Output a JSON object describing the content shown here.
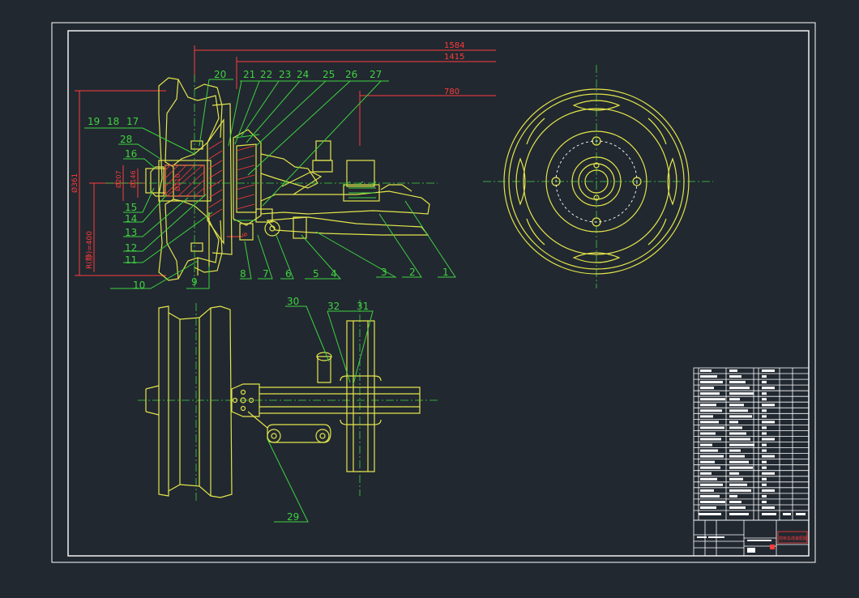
{
  "colors": {
    "background": "#212830",
    "frame": "#ffffff",
    "part": "#e3e54a",
    "leader": "#3fd23f",
    "dimension": "#ff3b3b",
    "hidden": "#ffffff"
  },
  "dimensions": {
    "d1584": "1584",
    "d1415": "1415",
    "d780": "780",
    "phi_outer": "Ø361",
    "phi_hub": "Ø110",
    "phi_bearing": "Ø207",
    "phi_seal": "Ø146",
    "radius": "R(静)=400",
    "gap": "6"
  },
  "balloons": {
    "top": [
      "20",
      "21",
      "22",
      "23",
      "24",
      "25",
      "26",
      "27"
    ],
    "left_top": [
      "19",
      "18",
      "17"
    ],
    "left": [
      "28",
      "16",
      "15",
      "14",
      "13",
      "12",
      "11",
      "10"
    ],
    "bottom": [
      "9",
      "8",
      "7",
      "6",
      "5",
      "4",
      "3",
      "2",
      "1"
    ],
    "plan": [
      "30",
      "32",
      "31",
      "29"
    ]
  },
  "title_block": {
    "drawing_title": "前桥总成装配图"
  }
}
